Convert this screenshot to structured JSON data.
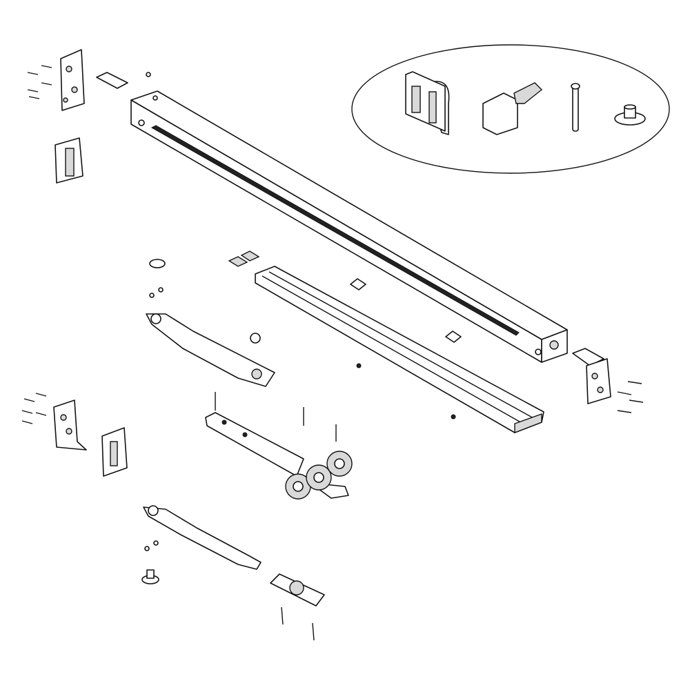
{
  "diagram": {
    "type": "exploded-assembly",
    "parts": [
      "top-track-rail",
      "bottom-guide-rail",
      "damper-arm-upper",
      "roller-carriage-arm",
      "damper-arm-lower",
      "wall-bracket",
      "end-cap",
      "screw",
      "stopper",
      "detail-callout"
    ]
  },
  "colors": {
    "line": "#111111",
    "fill": "#ffffff",
    "shade": "#d9d9d9"
  }
}
